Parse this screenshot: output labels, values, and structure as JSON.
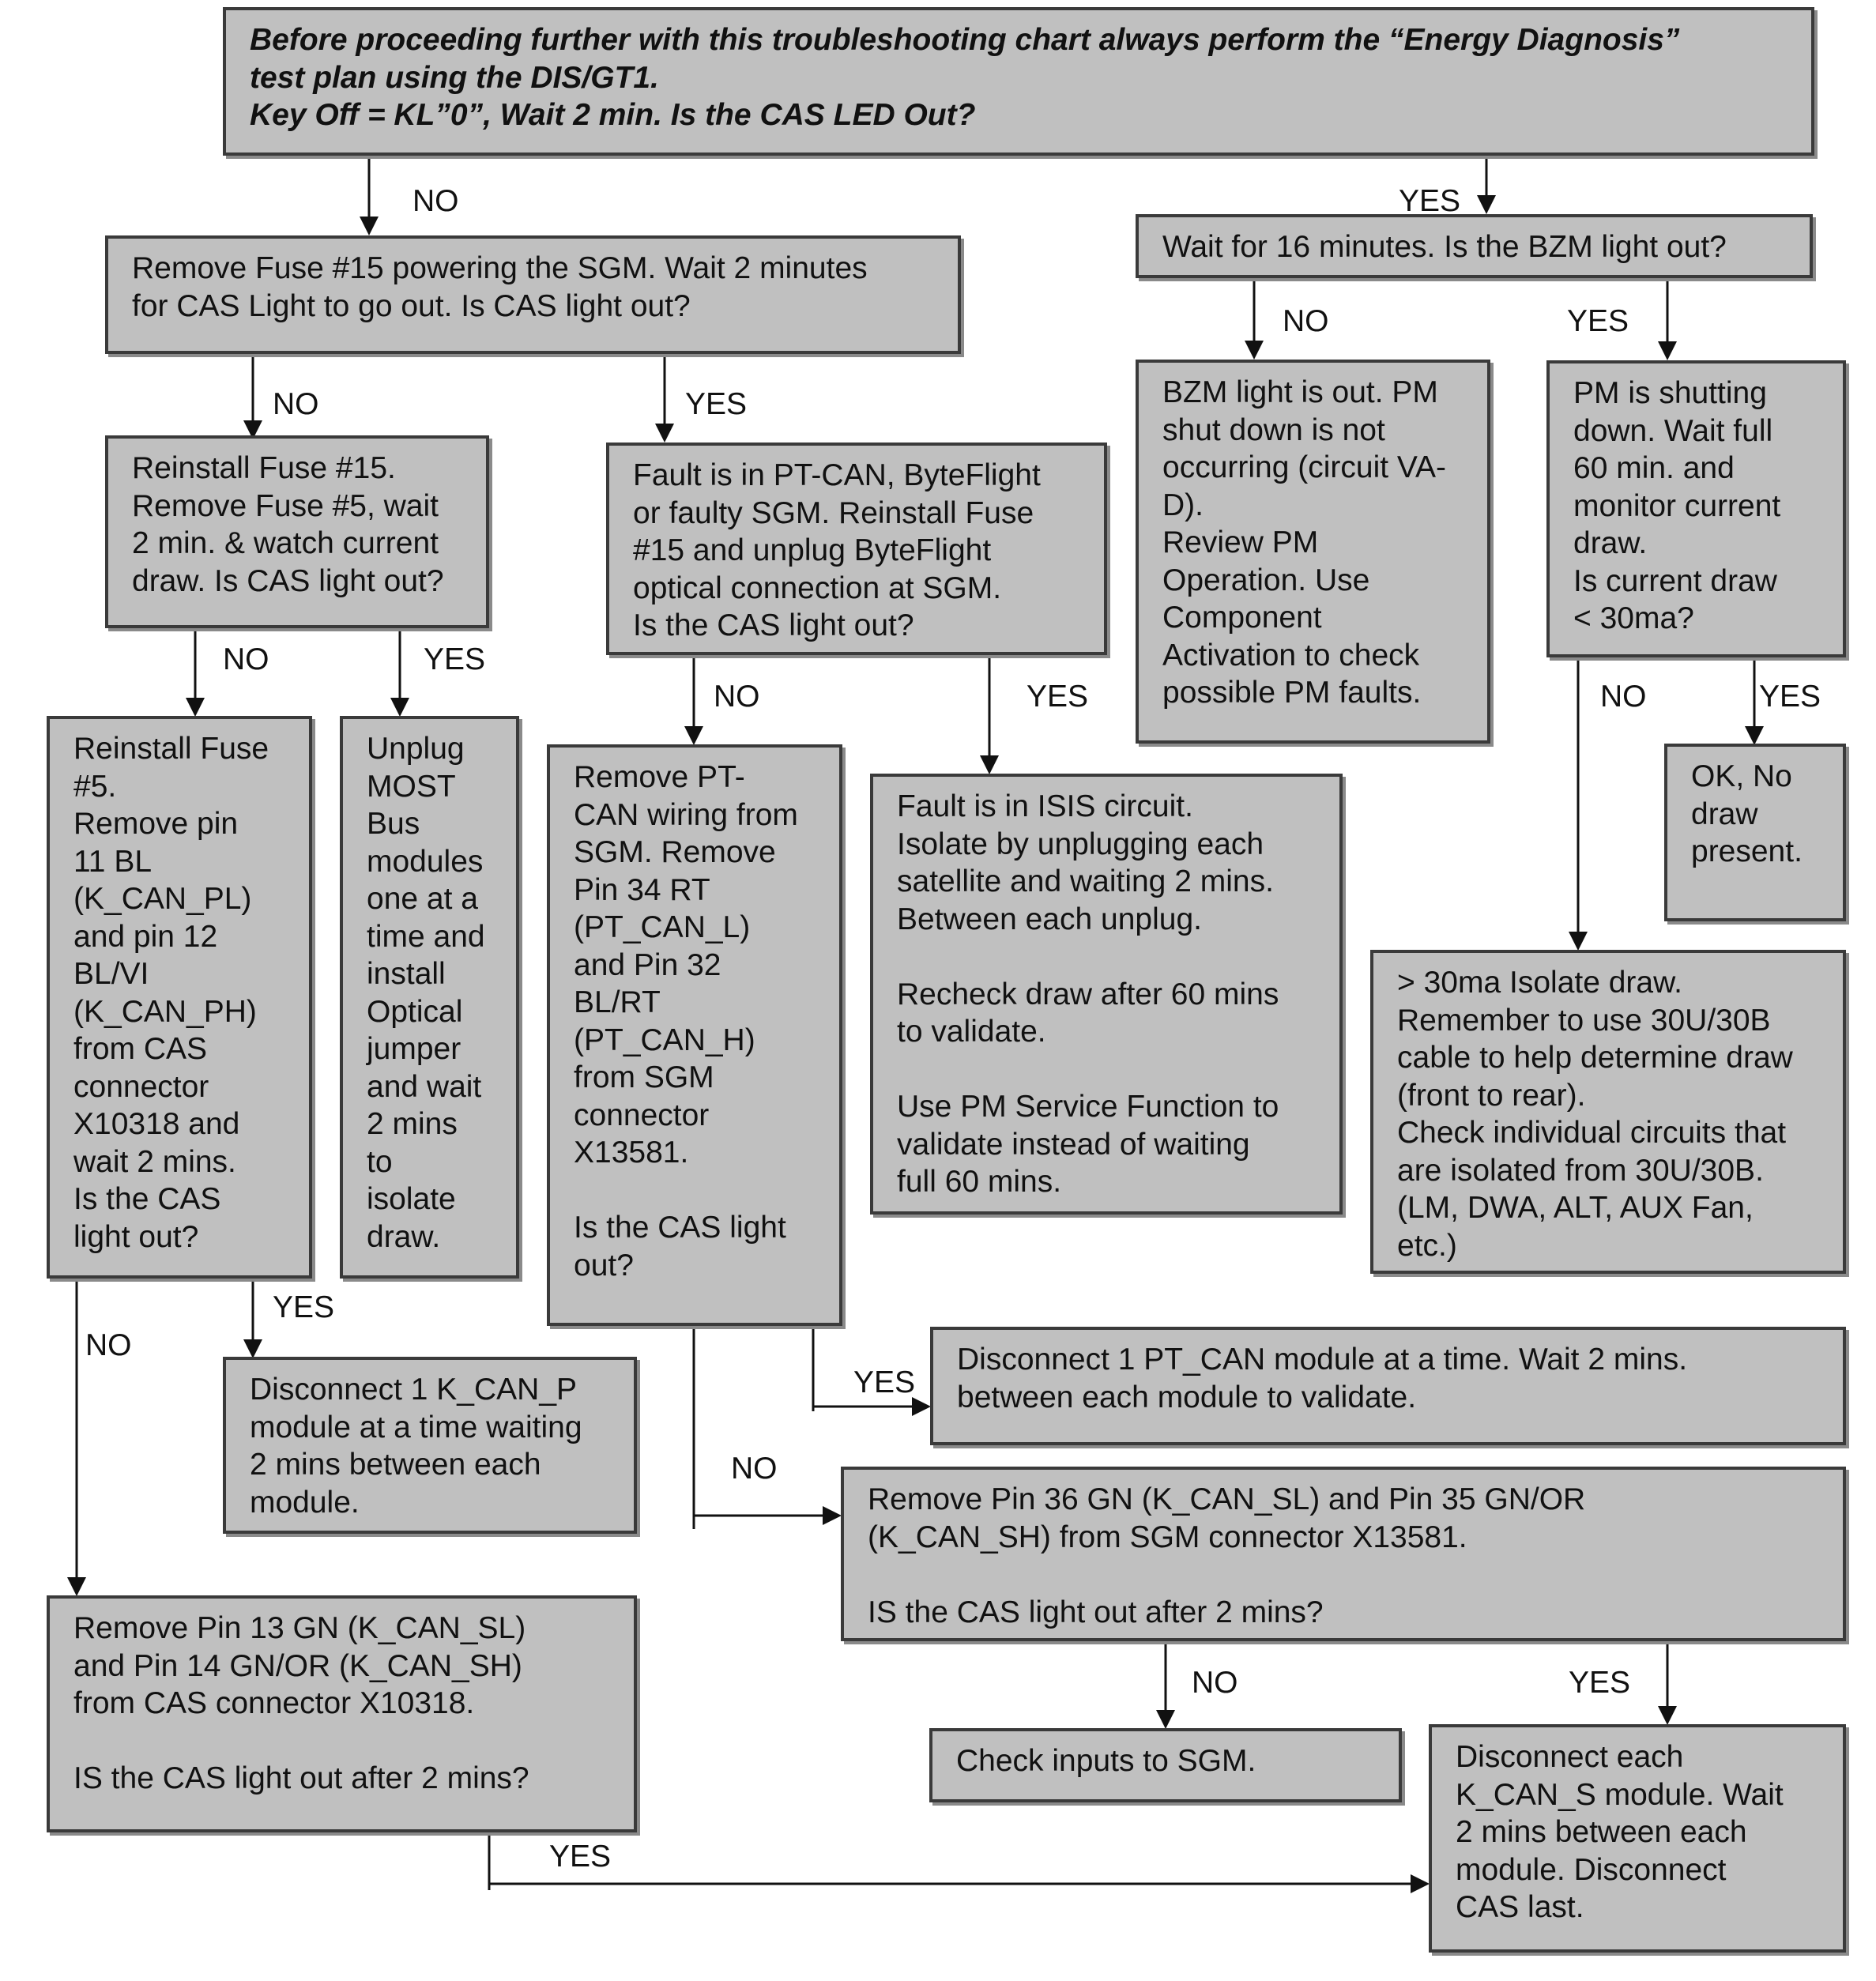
{
  "nodes": {
    "intro": {
      "lines": [
        "Before proceeding further with this troubleshooting chart always perform the “Energy Diagnosis”",
        "test plan using the DIS/GT1.",
        "Key Off = KL”0”, Wait 2 min. Is the CAS LED Out?"
      ]
    },
    "fuse15": {
      "lines": [
        "Remove Fuse #15 powering the SGM. Wait 2 minutes",
        "for CAS Light to go out. Is CAS light out?"
      ]
    },
    "wait16": {
      "lines": [
        "Wait for 16 minutes. Is the BZM light out?"
      ]
    },
    "bzm_out": {
      "lines": [
        " BZM light is out. PM",
        "shut down is not",
        "occurring (circuit VA-",
        "D).",
        "Review PM",
        "Operation. Use",
        "Component",
        "Activation to check",
        "possible PM faults."
      ]
    },
    "pm_shut": {
      "lines": [
        " PM is shutting",
        "down. Wait full",
        "60 min. and",
        "monitor current",
        "draw.",
        "Is current draw",
        "< 30ma?"
      ]
    },
    "reinstall15": {
      "lines": [
        "Reinstall Fuse #15.",
        "Remove Fuse #5, wait",
        "2 min. & watch current",
        "draw. Is CAS light out?"
      ]
    },
    "ptcan_fault": {
      "lines": [
        " Fault is in PT-CAN, ByteFlight",
        "or faulty SGM. Reinstall Fuse",
        "#15 and unplug ByteFlight",
        "optical connection at SGM.",
        "Is the CAS light out?"
      ]
    },
    "ok_nodraw": {
      "lines": [
        "OK, No",
        "draw",
        "present."
      ]
    },
    "reinstall5": {
      "lines": [
        "Reinstall Fuse",
        "#5.",
        "Remove pin",
        "11 BL",
        "(K_CAN_PL)",
        "and pin 12",
        "BL/VI",
        "(K_CAN_PH)",
        "from CAS",
        "connector",
        "X10318 and",
        "wait 2 mins.",
        "Is the CAS",
        "light out?"
      ]
    },
    "most": {
      "lines": [
        "Unplug",
        "MOST",
        "Bus",
        "modules",
        "one at a",
        "time and",
        "install",
        "Optical",
        "jumper",
        "and wait",
        "2 mins",
        "to",
        "isolate",
        "draw."
      ]
    },
    "remove_ptcan": {
      "lines": [
        "Remove PT-",
        "CAN wiring from",
        "SGM. Remove",
        "Pin 34 RT",
        "(PT_CAN_L)",
        "and Pin 32",
        "BL/RT",
        "(PT_CAN_H)",
        "from SGM",
        "connector",
        "X13581.",
        "",
        "Is the CAS light",
        "out?"
      ]
    },
    "isis": {
      "lines": [
        "Fault is in ISIS circuit.",
        "Isolate by unplugging each",
        "satellite and waiting 2 mins.",
        "Between each unplug.",
        "",
        "Recheck draw after 60 mins",
        "to validate.",
        "",
        "Use PM Service Function to",
        "validate instead of waiting",
        "full 60 mins."
      ]
    },
    "isolate30": {
      "lines": [
        "> 30ma Isolate draw.",
        "Remember to use 30U/30B",
        "cable to help determine draw",
        "(front to rear).",
        "Check individual circuits that",
        "are isolated from 30U/30B.",
        "(LM, DWA, ALT, AUX Fan,",
        "etc.)"
      ]
    },
    "kcanp": {
      "lines": [
        "Disconnect 1 K_CAN_P",
        "module at a time waiting",
        "2 mins between each",
        "module."
      ]
    },
    "ptcan_module": {
      "lines": [
        "Disconnect 1 PT_CAN module at a time. Wait 2 mins.",
        "between each module to validate."
      ]
    },
    "pin36": {
      "lines": [
        "Remove Pin 36 GN (K_CAN_SL) and Pin 35 GN/OR",
        "(K_CAN_SH) from SGM connector X13581.",
        "",
        "IS the CAS light out after 2 mins?"
      ]
    },
    "pin13": {
      "lines": [
        "Remove Pin 13 GN (K_CAN_SL)",
        "and Pin 14 GN/OR (K_CAN_SH)",
        "from CAS connector X10318.",
        "",
        "IS the CAS light out after 2 mins?"
      ]
    },
    "inputs_sgm": {
      "lines": [
        "Check inputs to SGM."
      ]
    },
    "kcans": {
      "lines": [
        "Disconnect each",
        "K_CAN_S module. Wait",
        "2 mins between each",
        "module. Disconnect",
        "CAS last."
      ]
    }
  },
  "edge_labels": {
    "intro_no": "NO",
    "intro_yes": "YES",
    "fuse15_no": "NO",
    "fuse15_yes": "YES",
    "wait16_no": "NO",
    "wait16_yes": "YES",
    "reinstall15_no": "NO",
    "reinstall15_yes": "YES",
    "ptcan_fault_no": "NO",
    "ptcan_fault_yes": "YES",
    "pm_no": "NO",
    "pm_yes": "YES",
    "reinstall5_yes": "YES",
    "reinstall5_no": "NO",
    "remove_ptcan_yes": "YES",
    "remove_ptcan_no": "NO",
    "pin36_no": "NO",
    "pin36_yes": "YES",
    "pin13_yes": "YES"
  },
  "colors": {
    "box_fill": "#c0c0c0",
    "box_border": "#3a3a3a",
    "line": "#111111"
  }
}
